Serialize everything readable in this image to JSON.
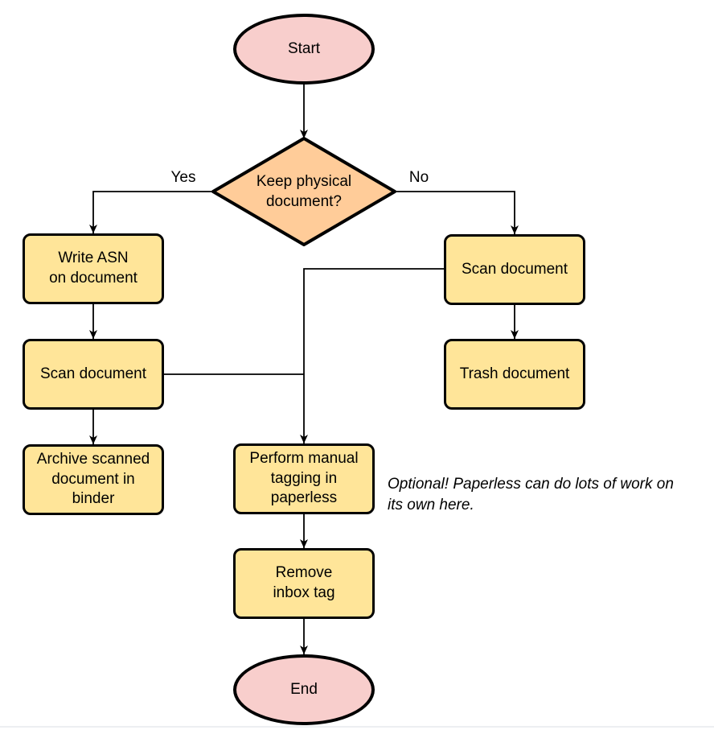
{
  "diagram": {
    "colors": {
      "terminator_fill": "#f8cecc",
      "decision_fill": "#ffcc99",
      "process_fill": "#ffe599",
      "stroke": "#000000"
    },
    "nodes": {
      "start": {
        "type": "terminator",
        "label": "Start"
      },
      "decision": {
        "type": "decision",
        "label": "Keep physical\ndocument?"
      },
      "write_asn": {
        "type": "process",
        "label": "Write ASN\non document"
      },
      "scan_left": {
        "type": "process",
        "label": "Scan document"
      },
      "archive": {
        "type": "process",
        "label": "Archive scanned\ndocument in\nbinder"
      },
      "scan_right": {
        "type": "process",
        "label": "Scan document"
      },
      "trash": {
        "type": "process",
        "label": "Trash document"
      },
      "tagging": {
        "type": "process",
        "label": "Perform manual\ntagging in\npaperless"
      },
      "remove_inbox": {
        "type": "process",
        "label": "Remove\ninbox tag"
      },
      "end": {
        "type": "terminator",
        "label": "End"
      }
    },
    "edge_labels": {
      "yes": "Yes",
      "no": "No"
    },
    "note": "Optional! Paperless can do lots of work on\nits own here."
  }
}
